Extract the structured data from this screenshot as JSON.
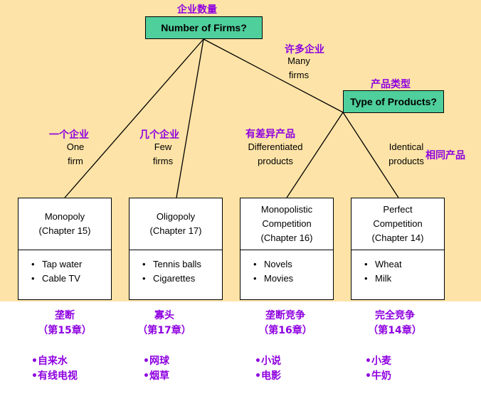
{
  "root": {
    "label": "Number of Firms?",
    "zh": "企业数量"
  },
  "types": {
    "label": "Type of Products?",
    "zh": "产品类型"
  },
  "branches": {
    "many": {
      "zh": "许多企业",
      "en1": "Many",
      "en2": "firms"
    },
    "one": {
      "zh": "一个企业",
      "en1": "One",
      "en2": "firm"
    },
    "few": {
      "zh": "几个企业",
      "en1": "Few",
      "en2": "firms"
    },
    "differentiated": {
      "zh": "有差异产品",
      "en1": "Differentiated",
      "en2": "products"
    },
    "identical": {
      "zh": "相同产品",
      "en1": "Identical",
      "en2": "products"
    }
  },
  "markets": [
    {
      "title1": "Monopoly",
      "title2": "(Chapter 15)",
      "title3": "",
      "items": [
        "Tap water",
        "Cable TV"
      ],
      "zh_name": "垄断",
      "zh_chapter": "（第15章）",
      "zh_items": [
        "•自来水",
        "•有线电视"
      ]
    },
    {
      "title1": "Oligopoly",
      "title2": "(Chapter 17)",
      "title3": "",
      "items": [
        "Tennis balls",
        "Cigarettes"
      ],
      "zh_name": "寡头",
      "zh_chapter": "（第17章）",
      "zh_items": [
        "•网球",
        "•烟草"
      ]
    },
    {
      "title1": "Monopolistic",
      "title2": "Competition",
      "title3": "(Chapter 16)",
      "items": [
        "Novels",
        "Movies"
      ],
      "zh_name": "垄断竞争",
      "zh_chapter": "（第16章）",
      "zh_items": [
        "•小说",
        "•电影"
      ]
    },
    {
      "title1": "Perfect",
      "title2": "Competition",
      "title3": "(Chapter 14)",
      "items": [
        "Wheat",
        "Milk"
      ],
      "zh_name": "完全竞争",
      "zh_chapter": "（第14章）",
      "zh_items": [
        "•小麦",
        "•牛奶"
      ]
    }
  ],
  "colors": {
    "panel": "#fde3a7",
    "box": "#4fcf9c",
    "chinese": "#8e00e0"
  }
}
